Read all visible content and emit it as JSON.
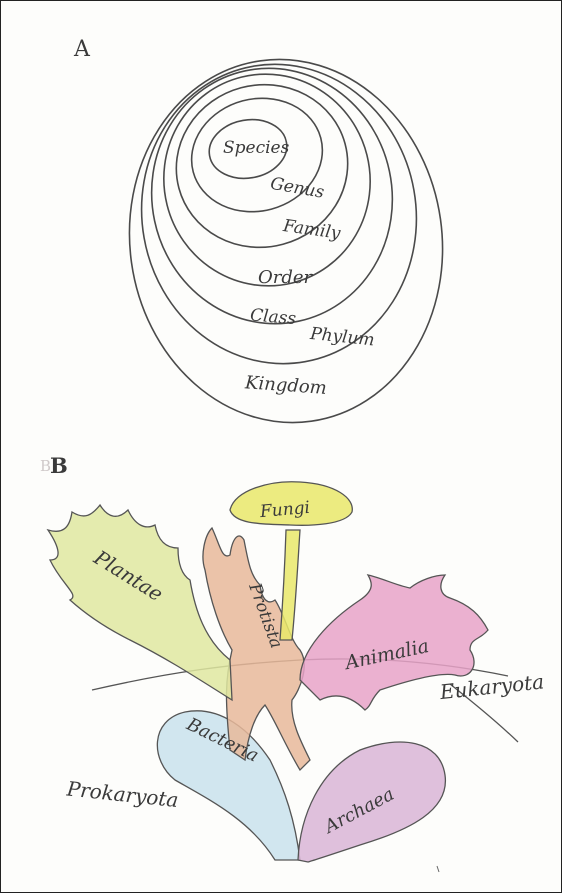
{
  "panel_a": {
    "letter": "A",
    "ranks": [
      "Species",
      "Genus",
      "Family",
      "Order",
      "Class",
      "Phylum",
      "Kingdom"
    ]
  },
  "panel_b": {
    "letter": "B",
    "groups": {
      "fungi": "Fungi",
      "plantae": "Plantae",
      "protista": "Protista",
      "animalia": "Animalia",
      "bacteria": "Bacteria",
      "archaea": "Archaea"
    },
    "domains": {
      "eukaryota": "Eukaryota",
      "prokaryota": "Prokaryota"
    },
    "colors": {
      "fungi": "#e9e76a",
      "plantae": "#dfe7a0",
      "protista": "#e8b89a",
      "animalia": "#e7a3c8",
      "bacteria": "#c9e2ec",
      "archaea": "#d9b5d6"
    }
  }
}
